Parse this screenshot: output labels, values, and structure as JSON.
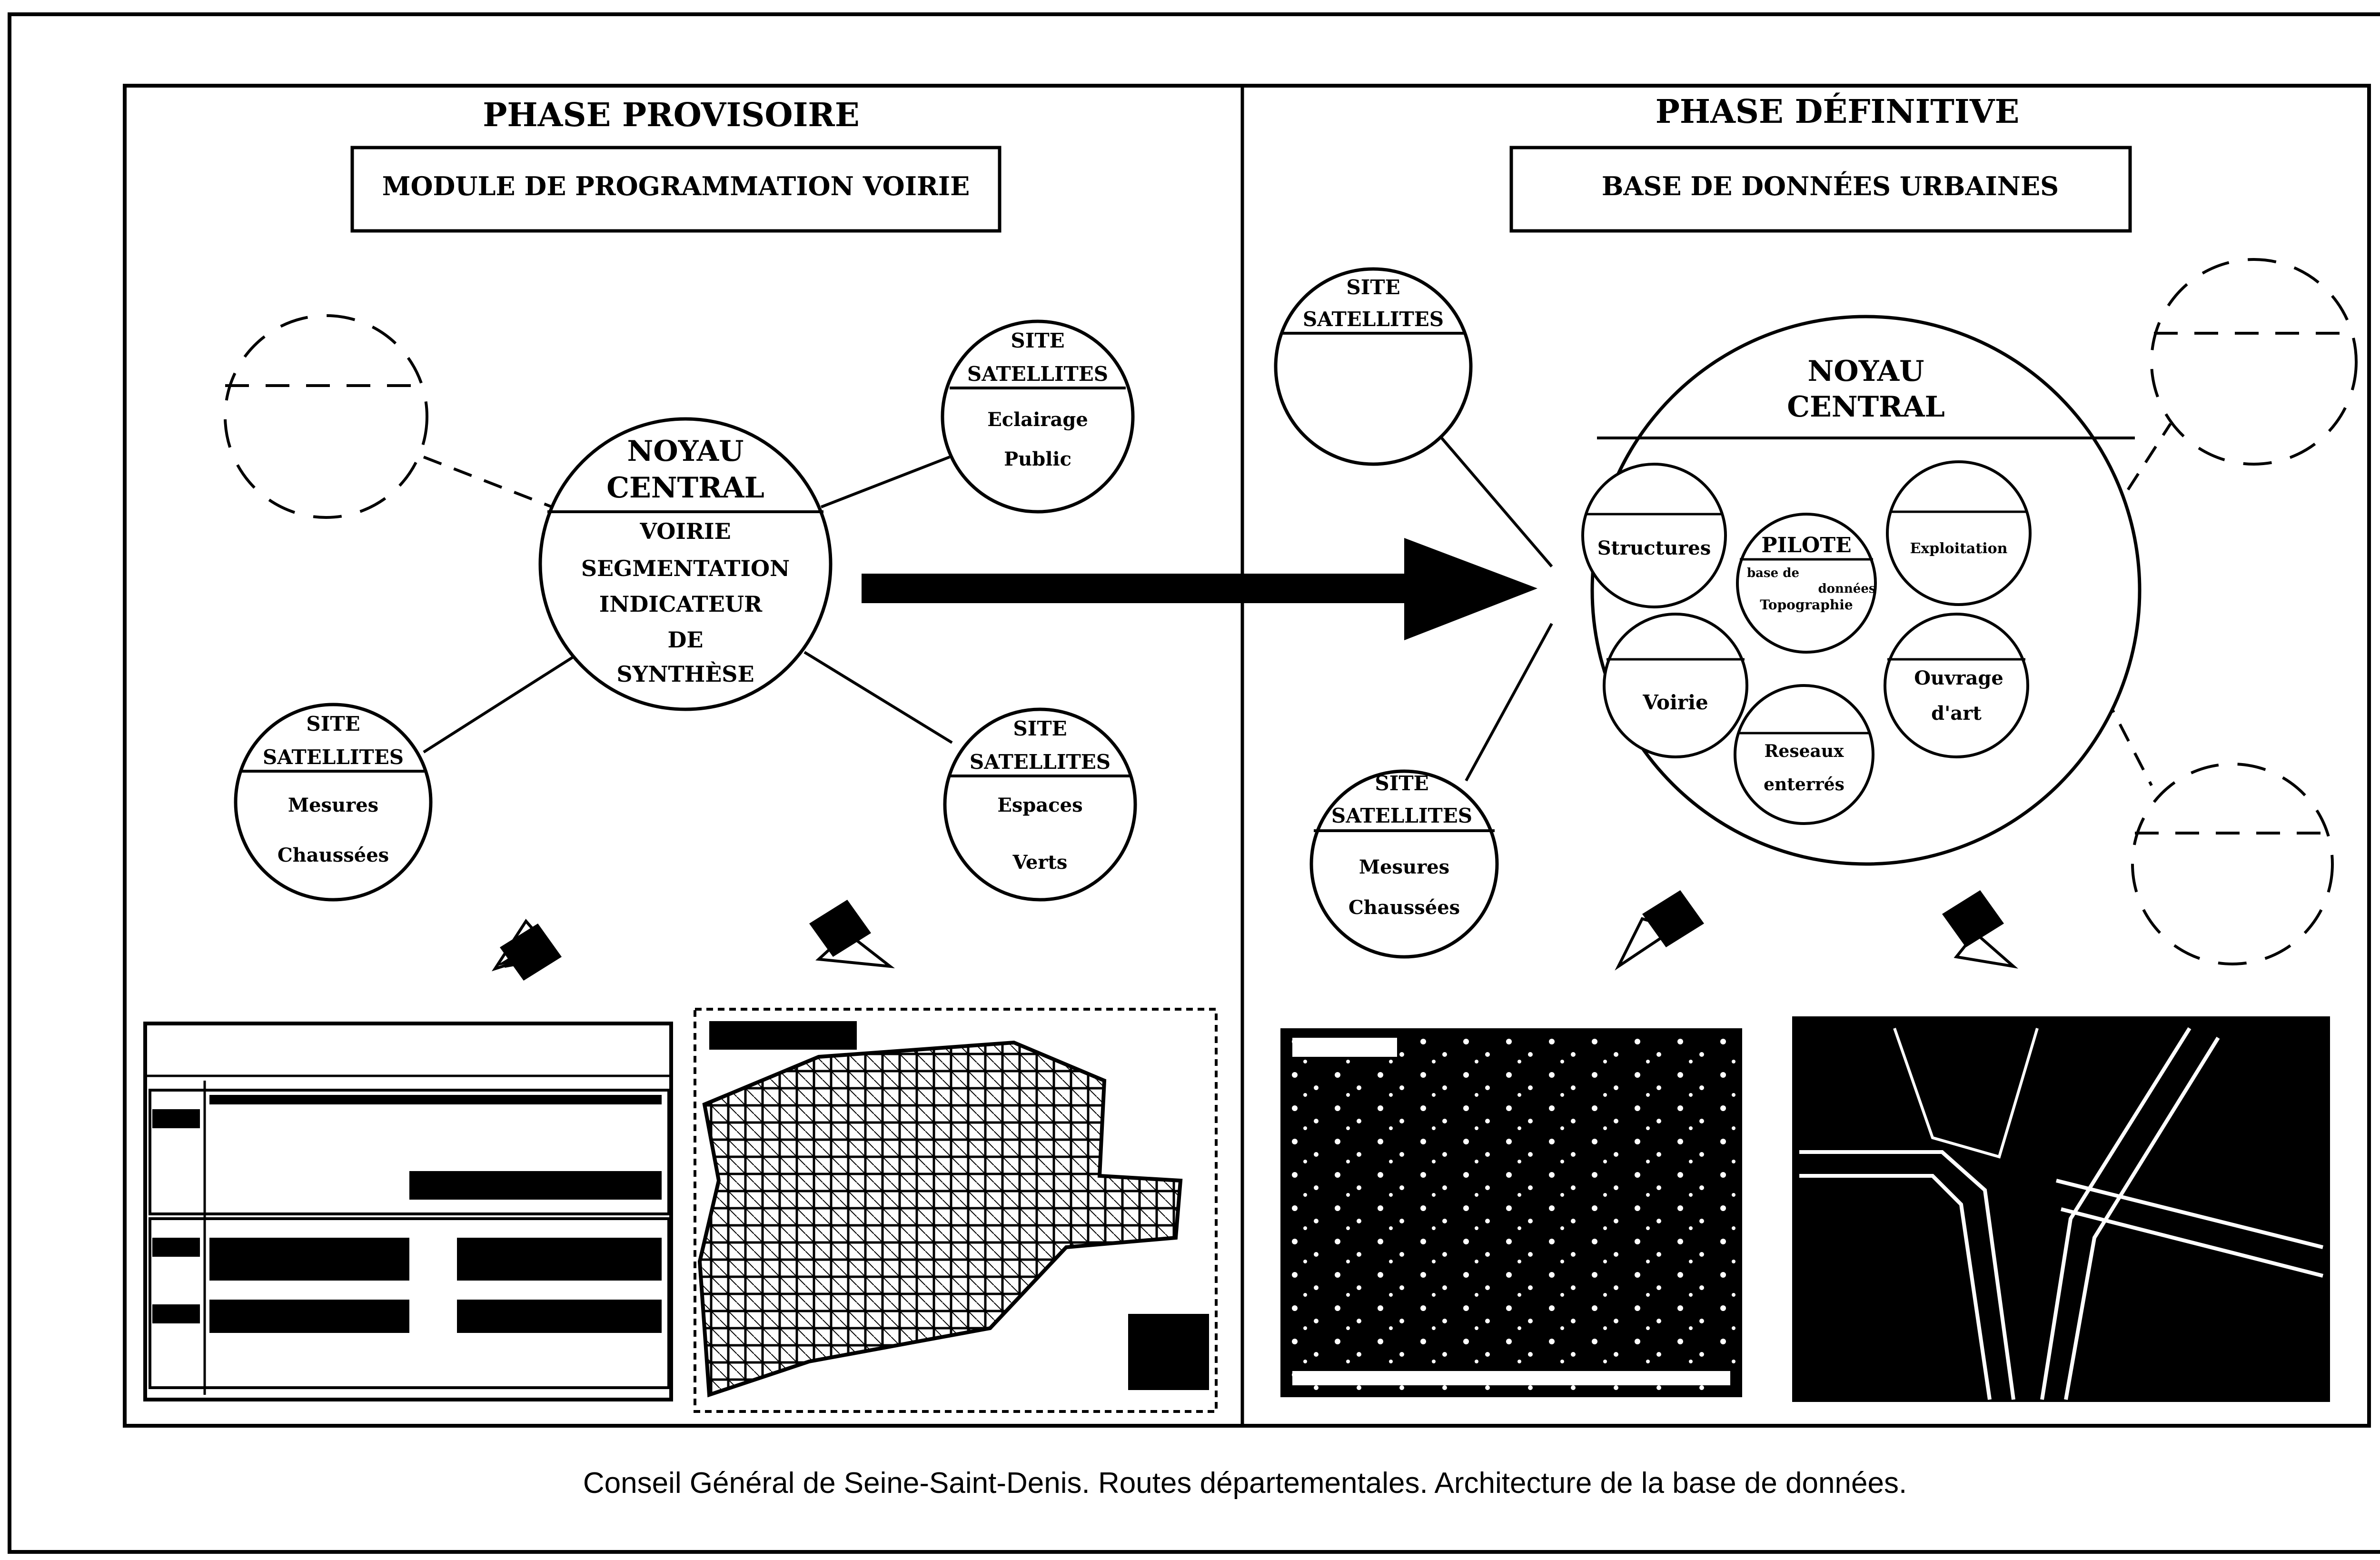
{
  "left_panel": {
    "title": "PHASE PROVISOIRE",
    "module": "MODULE DE PROGRAMMATION VOIRIE",
    "core": {
      "title_lines": [
        "NOYAU",
        "CENTRAL"
      ],
      "body_lines": [
        "VOIRIE",
        "SEGMENTATION",
        "INDICATEUR",
        "DE",
        "SYNTHÈSE"
      ]
    },
    "sat_top_right": {
      "title_lines": [
        "SITE",
        "SATELLITES"
      ],
      "body_lines": [
        "Eclairage",
        "Public"
      ]
    },
    "sat_bottom_left": {
      "title_lines": [
        "SITE",
        "SATELLITES"
      ],
      "body_lines": [
        "Mesures",
        "Chaussées"
      ]
    },
    "sat_bottom_right": {
      "title_lines": [
        "SITE",
        "SATELLITES"
      ],
      "body_lines": [
        "Espaces",
        "Verts"
      ]
    }
  },
  "right_panel": {
    "title": "PHASE DÉFINITIVE",
    "module": "BASE DE DONNÉES URBAINES",
    "core": {
      "title_lines": [
        "NOYAU",
        "CENTRAL"
      ],
      "structures": "Structures",
      "exploitation": "Exploitation",
      "pilote_title": "PILOTE",
      "pilote_lines": [
        "base de",
        "données",
        "Topographie"
      ],
      "voirie": "Voirie",
      "reseaux_lines": [
        "Reseaux",
        "enterrés"
      ],
      "ouvrage_lines": [
        "Ouvrage",
        "d'art"
      ]
    },
    "sat_top_left": {
      "title_lines": [
        "SITE",
        "SATELLITES"
      ]
    },
    "sat_bottom_left": {
      "title_lines": [
        "SITE",
        "SATELLITES"
      ],
      "body_lines": [
        "Mesures",
        "Chaussées"
      ]
    }
  },
  "caption": "Conseil Général de Seine-Saint-Denis. Routes départementales. Architecture de la base de données."
}
